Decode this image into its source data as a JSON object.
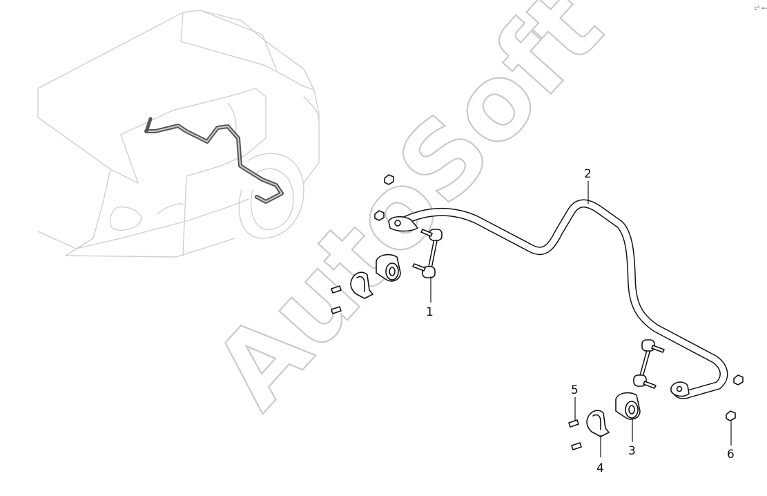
{
  "watermark": "AutoSoft",
  "corner_mark": "c° ∞∞",
  "callouts": [
    {
      "id": "1",
      "label": "1"
    },
    {
      "id": "2",
      "label": "2"
    },
    {
      "id": "3",
      "label": "3"
    },
    {
      "id": "4",
      "label": "4"
    },
    {
      "id": "5",
      "label": "5"
    },
    {
      "id": "6",
      "label": "6"
    }
  ]
}
